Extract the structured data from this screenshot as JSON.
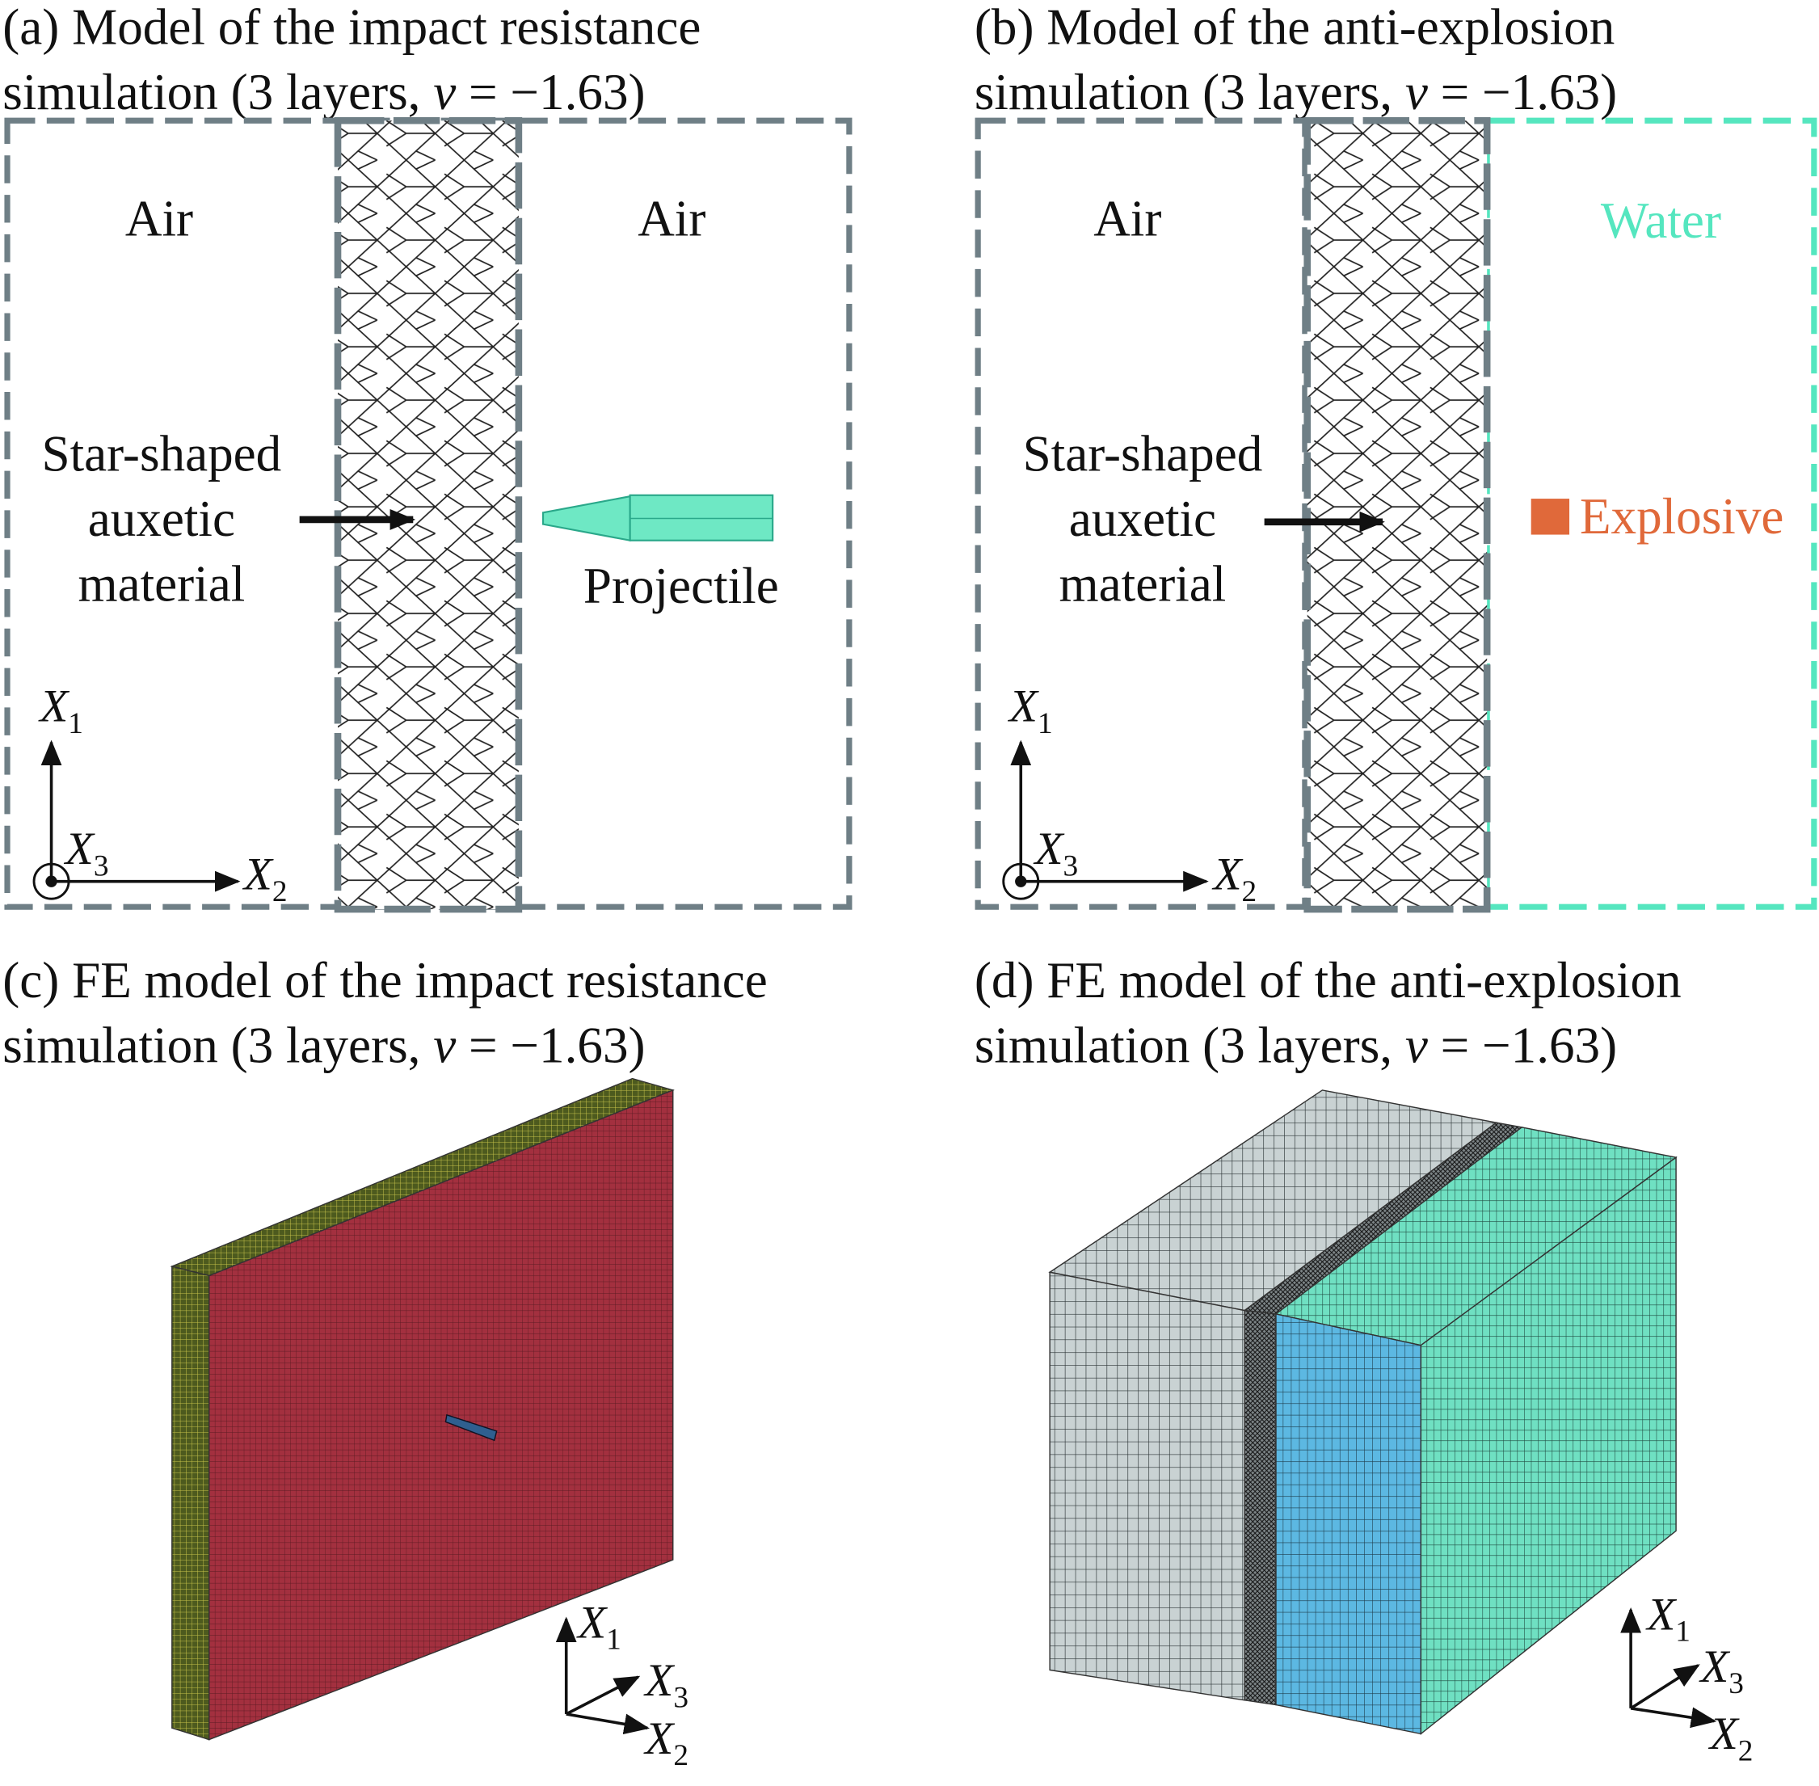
{
  "colors": {
    "boundary": "#6f7f86",
    "water": "#55e6bf",
    "explosive": "#e0693a",
    "projectile": "#6ee8c4",
    "panel_front": "#a3303f",
    "panel_side": "#4d5a1e",
    "air_mesh": "#c9d2d3",
    "explosive_mesh": "#5cb8e2",
    "water_mesh": "#6fe0c2"
  },
  "axes": {
    "x": "X",
    "s1": "1",
    "s2": "2",
    "s3": "3"
  },
  "panel_a": {
    "title_1": "(a) Model of the impact resistance",
    "title_2a": "simulation (3 layers, ",
    "title_2v": "v",
    "title_2b": " = −1.63)",
    "air_left": "Air",
    "air_right": "Air",
    "material": [
      "Star-shaped",
      "auxetic",
      "material"
    ],
    "projectile": "Projectile"
  },
  "panel_b": {
    "title_1": "(b) Model of the anti-explosion",
    "title_2a": "simulation (3 layers, ",
    "title_2v": "v",
    "title_2b": " = −1.63)",
    "air": "Air",
    "water": "Water",
    "explosive": "Explosive",
    "material": [
      "Star-shaped",
      "auxetic",
      "material"
    ]
  },
  "panel_c": {
    "title_1": "(c) FE model of the impact resistance",
    "title_2a": "simulation (3 layers, ",
    "title_2v": "v",
    "title_2b": " = −1.63)"
  },
  "panel_d": {
    "title_1": "(d) FE model of the anti-explosion",
    "title_2a": "simulation (3 layers, ",
    "title_2v": "v",
    "title_2b": " = −1.63)"
  }
}
